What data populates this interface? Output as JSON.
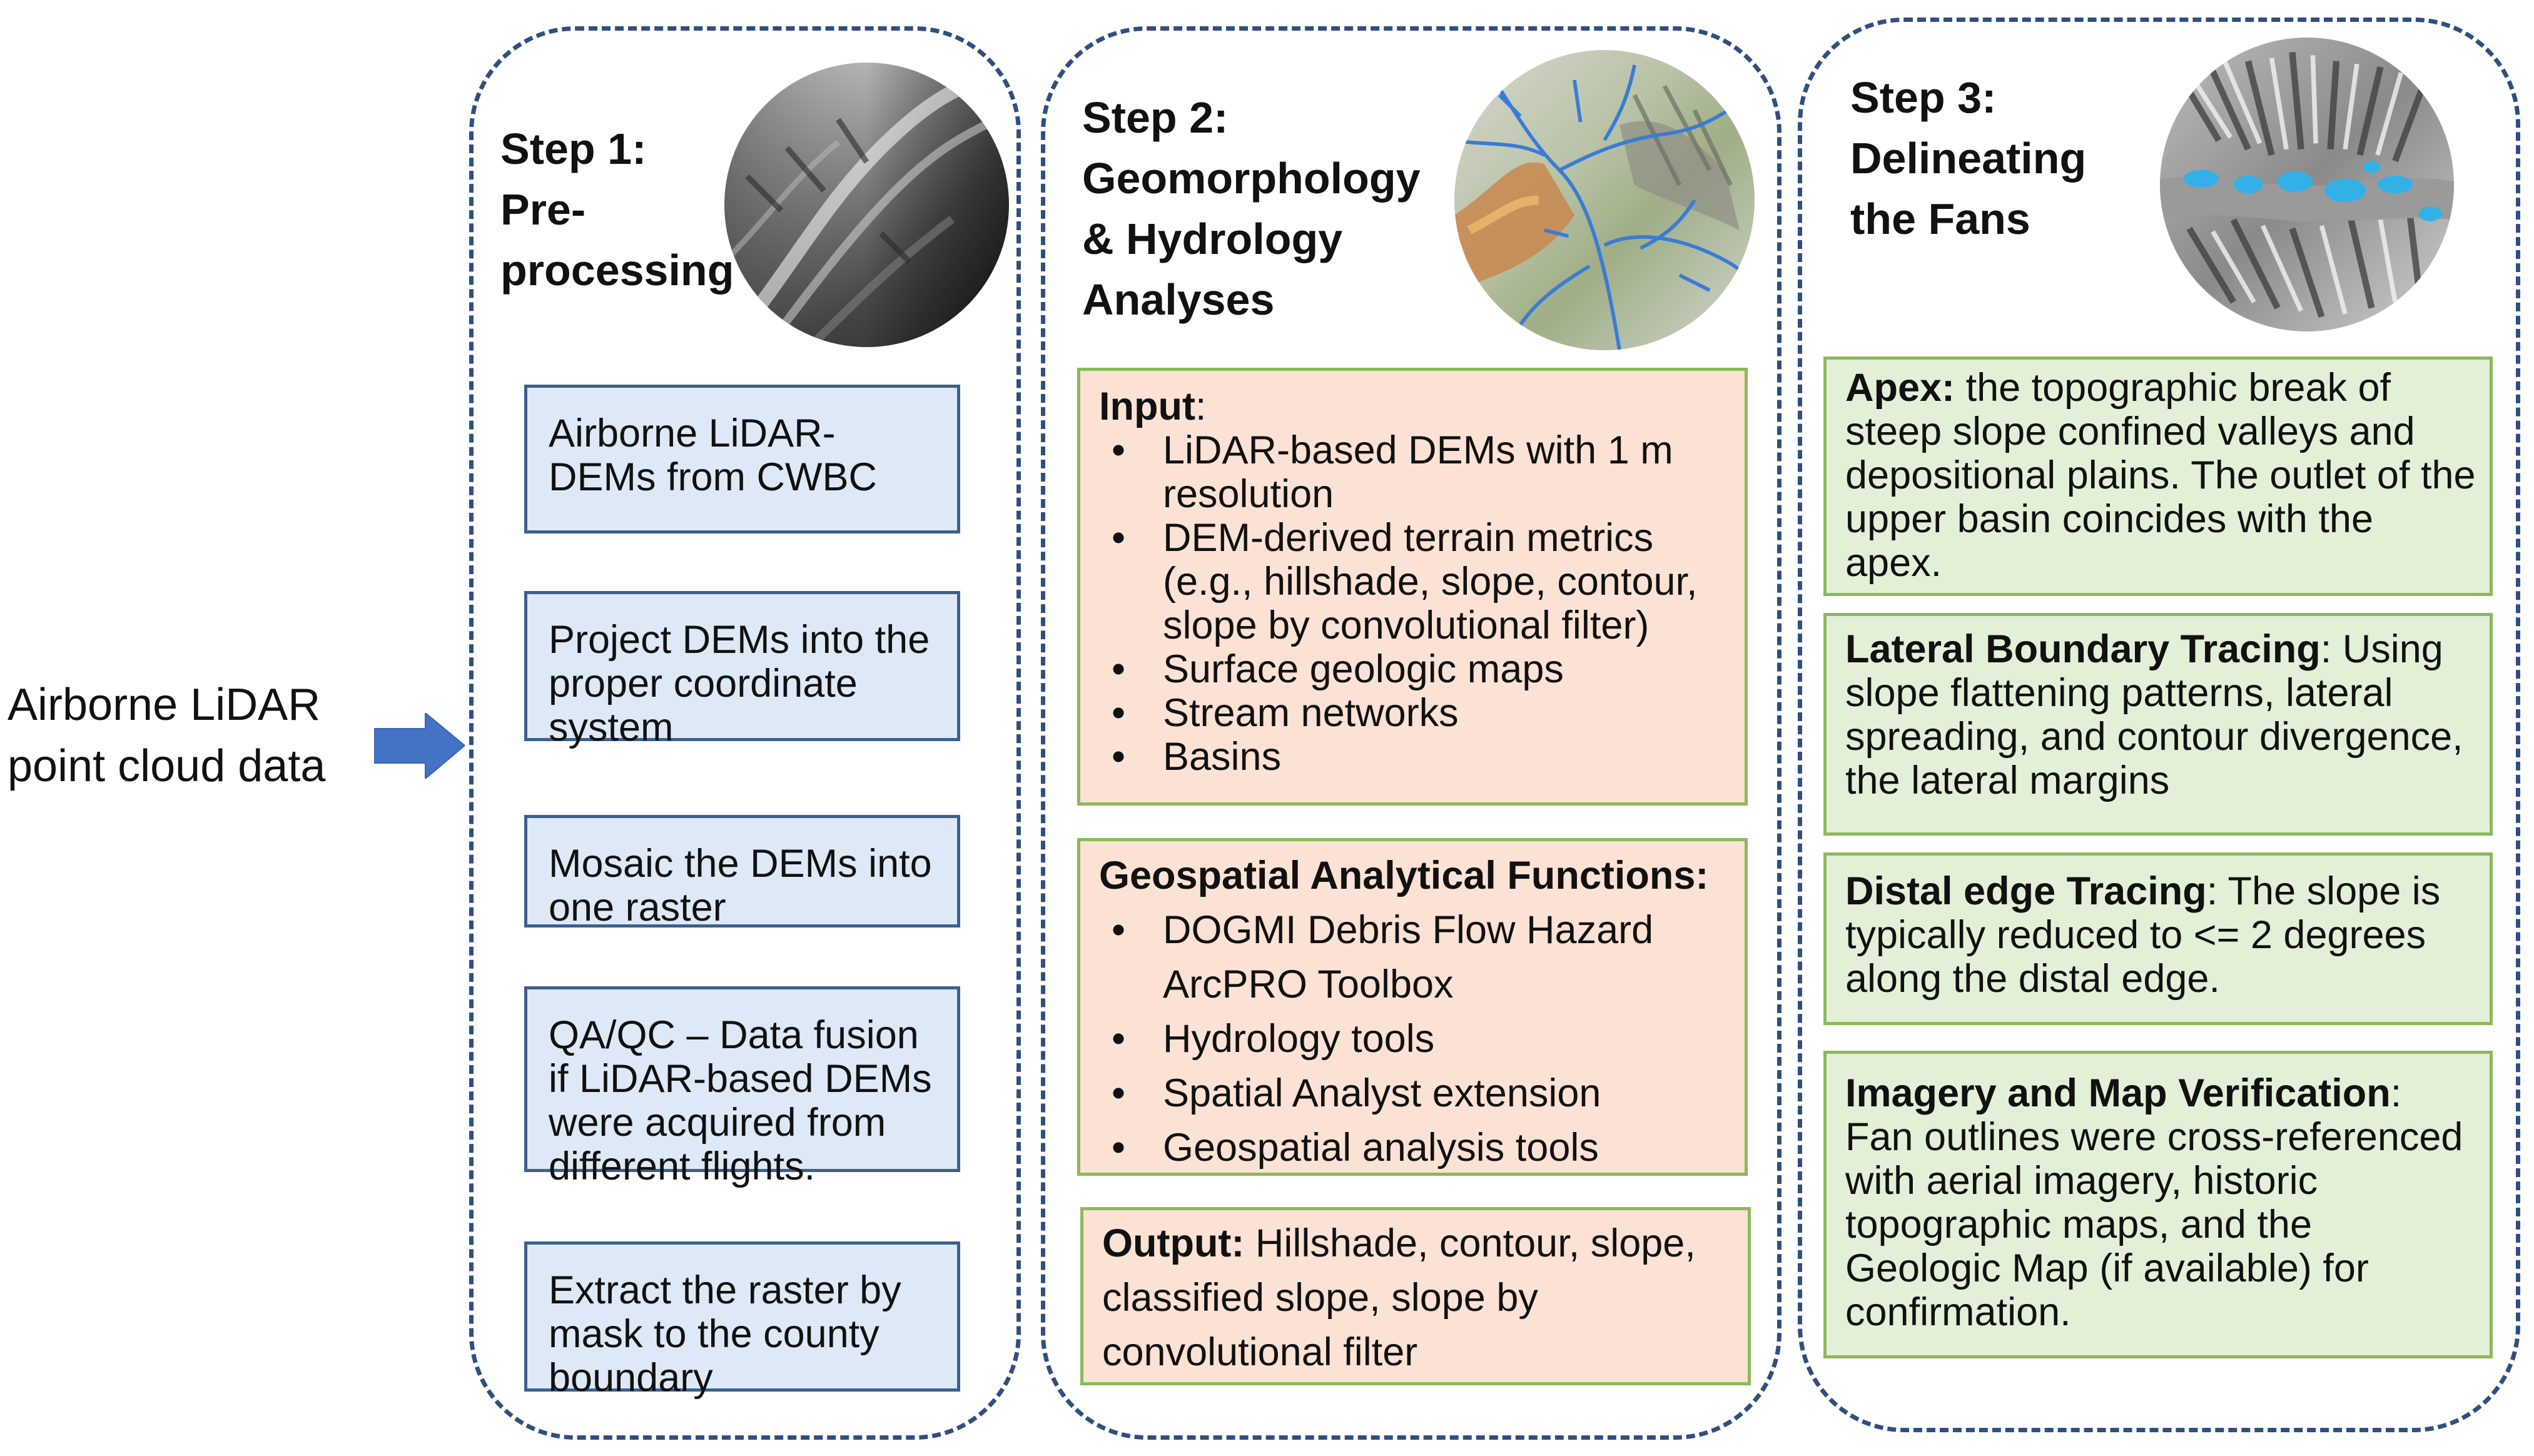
{
  "intro": {
    "lines": [
      "Airborne LiDAR",
      "point cloud data"
    ]
  },
  "step1": {
    "title_lines": [
      "Step 1:",
      "Pre-",
      "processing"
    ],
    "boxes": [
      "Airborne LiDAR-DEMs from CWBC",
      "Project DEMs into the proper coordinate system",
      "Mosaic the DEMs into one raster",
      "QA/QC – Data fusion if LiDAR-based DEMs were acquired from different flights.",
      "Extract the raster by mask to the county boundary"
    ]
  },
  "step2": {
    "title_lines": [
      "Step 2:",
      "Geomorphology",
      "& Hydrology",
      "Analyses"
    ],
    "input": {
      "heading": "Input",
      "items": [
        "LiDAR-based DEMs with 1 m resolution",
        "DEM-derived terrain metrics (e.g., hillshade, slope, contour, slope by convolutional filter)",
        "Surface geologic maps",
        "Stream networks",
        "Basins"
      ]
    },
    "functions": {
      "heading": "Geospatial Analytical Functions:",
      "items": [
        "DOGMI Debris Flow Hazard ArcPRO Toolbox",
        "Hydrology tools",
        "Spatial Analyst extension",
        "Geospatial analysis tools"
      ]
    },
    "output": {
      "heading": "Output:",
      "text": "Hillshade, contour, slope, classified slope, slope by convolutional filter"
    }
  },
  "step3": {
    "title_lines": [
      "Step 3:",
      "Delineating",
      "the Fans"
    ],
    "boxes": [
      {
        "term": "Apex:",
        "text": "the topographic break of steep slope confined valleys and depositional plains. The outlet of the upper basin coincides with the apex."
      },
      {
        "term": "Lateral Boundary Tracing",
        "text": ": Using slope flattening patterns, lateral spreading, and contour divergence, the lateral margins"
      },
      {
        "term": "Distal edge Tracing",
        "text": ": The slope is typically reduced to <= 2 degrees along the distal edge."
      },
      {
        "term": "Imagery and Map Verification",
        "text": ": Fan outlines were cross-referenced with aerial imagery, historic topographic maps, and the Geologic Map (if available) for confirmation."
      }
    ]
  },
  "colors": {
    "column_border": "#2f4f80",
    "step1_box_fill": "#dde9f6",
    "step1_box_border": "#3d5f8f",
    "step2_box_fill": "#fbe2d4",
    "step3_box_fill": "#e3f0d8",
    "box_border_green": "#8cb959",
    "arrow": "#4472c4"
  },
  "icons": [
    "arrow-right-icon",
    "dem-grayscale-thumbnail",
    "hydrology-map-thumbnail",
    "fan-delineation-thumbnail"
  ]
}
